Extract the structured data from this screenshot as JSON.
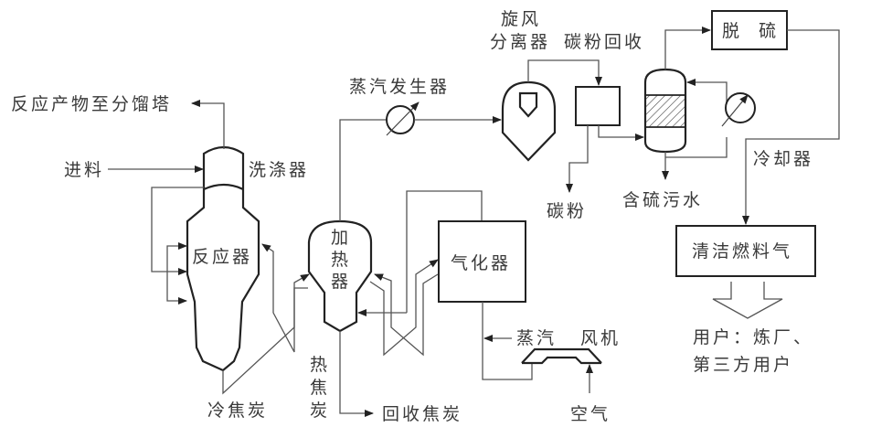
{
  "title": "延迟焦化-焦炭气化 工艺流程示意图",
  "labels": {
    "product_to_fractionator": "反应产物至分馏塔",
    "feed": "进料",
    "scrubber": "洗涤器",
    "reactor": "反应器",
    "heater_line1": "加",
    "heater_line2": "热",
    "heater_line3": "器",
    "cold_coke": "冷焦炭",
    "hot_coke_line1": "热",
    "hot_coke_line2": "焦",
    "hot_coke_line3": "炭",
    "recovered_coke": "回收焦炭",
    "steam_generator": "蒸汽发生器",
    "cyclone_line1": "旋风",
    "cyclone_line2": "分离器",
    "carbon_recovery": "碳粉回收",
    "carbon_powder": "碳粉",
    "gasifier": "气化器",
    "steam": "蒸汽",
    "blower": "风机",
    "air": "空气",
    "desulfurization": "脱  硫",
    "sour_water": "含硫污水",
    "cooler": "冷却器",
    "clean_fuel_gas": "清洁燃料气",
    "users_line1": "用户：炼厂、",
    "users_line2": "第三方用户"
  }
}
